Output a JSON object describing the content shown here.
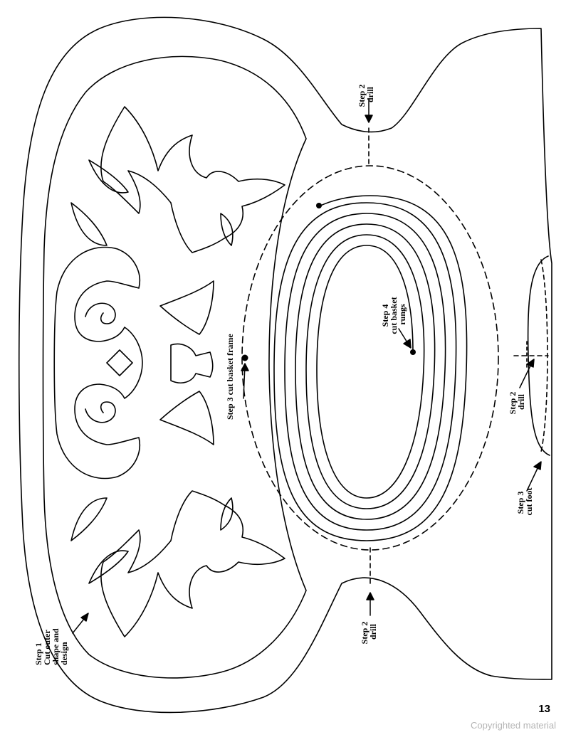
{
  "labels": {
    "step1": [
      "Step 1",
      "Cut outer",
      "shape and",
      "design"
    ],
    "step2_top": [
      "Step 2",
      "drill"
    ],
    "step2_bottom": [
      "Step 2",
      "drill"
    ],
    "step2_foot": [
      "Step 2",
      "drill"
    ],
    "step3_frame": "Step 3 cut basket frame",
    "step3_foot": [
      "Step 3",
      "cut foot"
    ],
    "step4": [
      "Step 4",
      "cut basket",
      "rungs"
    ]
  },
  "page_number": "13",
  "copyright": "Copyrighted material"
}
